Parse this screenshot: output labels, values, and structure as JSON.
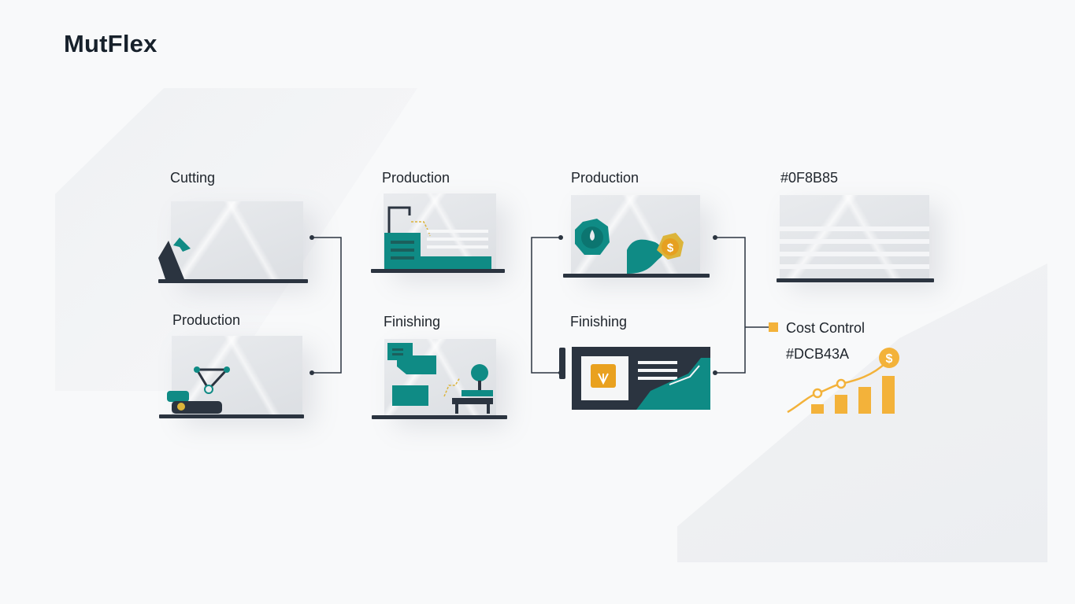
{
  "brand": {
    "name": "MutFlex"
  },
  "labels": {
    "col1_top": "Cutting",
    "col1_bottom": "Production",
    "col2_top": "Production",
    "col2_bottom": "Finishing",
    "col3_top": "Production",
    "col3_bottom": "Finishing",
    "col4_top": "#0F8B85",
    "cost_control": "Cost Control",
    "cost_hex": "#DCB43A"
  },
  "icons": {
    "cutting": "cutting-icon",
    "robot_arm": "robot-arm-icon",
    "machine": "production-machine-icon",
    "assembly": "assembly-station-icon",
    "coin_process": "coin-process-icon",
    "finishing_panel": "finishing-panel-icon",
    "dollar": "dollar-coin-icon",
    "growth_chart": "growth-chart-icon"
  },
  "colors": {
    "teal": "#0F8B85",
    "gold": "#DCB43A",
    "dark": "#2b3440"
  }
}
